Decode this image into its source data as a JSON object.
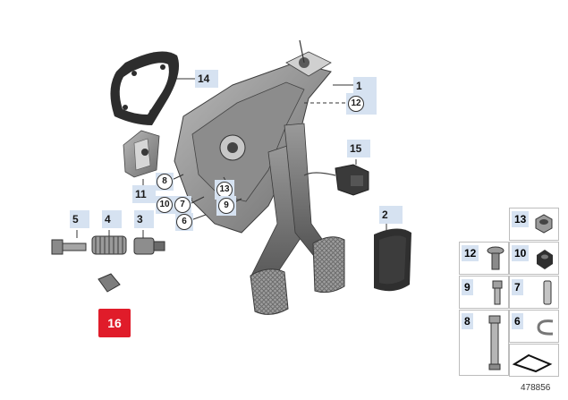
{
  "callouts": {
    "c1": "1",
    "c2": "2",
    "c3": "3",
    "c4": "4",
    "c5": "5",
    "c11": "11",
    "c14": "14",
    "c15": "15",
    "c16": "16"
  },
  "circled": {
    "c6": "6",
    "c7": "7",
    "c8": "8",
    "c9": "9",
    "c10": "10",
    "c12": "12",
    "c13": "13"
  },
  "legend": {
    "items": [
      "13",
      "12",
      "10",
      "9",
      "7",
      "8",
      "6"
    ]
  },
  "diagram_number": "478856",
  "colors": {
    "label_bg": "#d6e2f1",
    "highlight": "#e01c2a",
    "part": "#8a8a8a"
  }
}
